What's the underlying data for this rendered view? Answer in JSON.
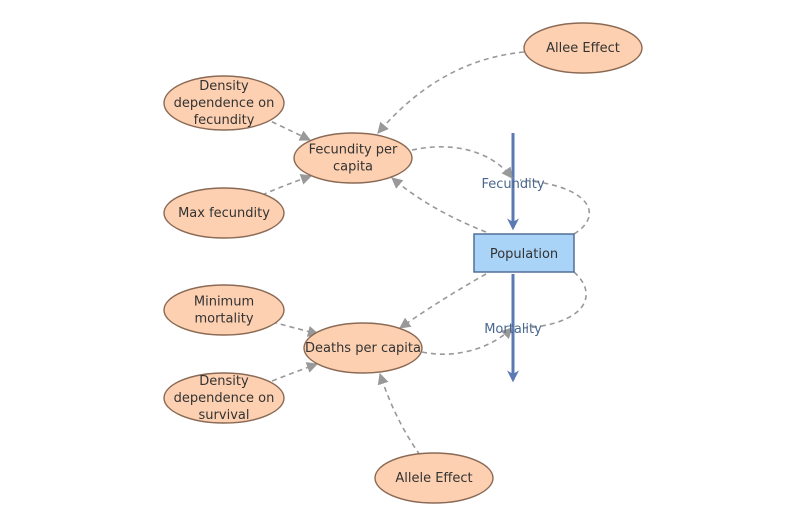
{
  "colors": {
    "node_fill": "#fdd0b1",
    "node_stroke": "#8a6a55",
    "stock_fill": "#a9d3f7",
    "stock_stroke": "#4a6790",
    "flow": "#5b7ab3",
    "link": "#999999"
  },
  "nodes": {
    "allee_effect": {
      "lines": [
        "Allee Effect"
      ]
    },
    "density_fecundity": {
      "lines": [
        "Density",
        "dependence on",
        "fecundity"
      ]
    },
    "fecundity_per_capita": {
      "lines": [
        "Fecundity per",
        "capita"
      ]
    },
    "max_fecundity": {
      "lines": [
        "Max fecundity"
      ]
    },
    "minimum_mortality": {
      "lines": [
        "Minimum",
        "mortality"
      ]
    },
    "deaths_per_capita": {
      "lines": [
        "Deaths per capita"
      ]
    },
    "density_survival": {
      "lines": [
        "Density",
        "dependence on",
        "survival"
      ]
    },
    "allele_effect": {
      "lines": [
        "Allele Effect"
      ]
    }
  },
  "stock": {
    "label": "Population"
  },
  "flows": {
    "fecundity": {
      "label": "Fecundity"
    },
    "mortality": {
      "label": "Mortality"
    }
  }
}
